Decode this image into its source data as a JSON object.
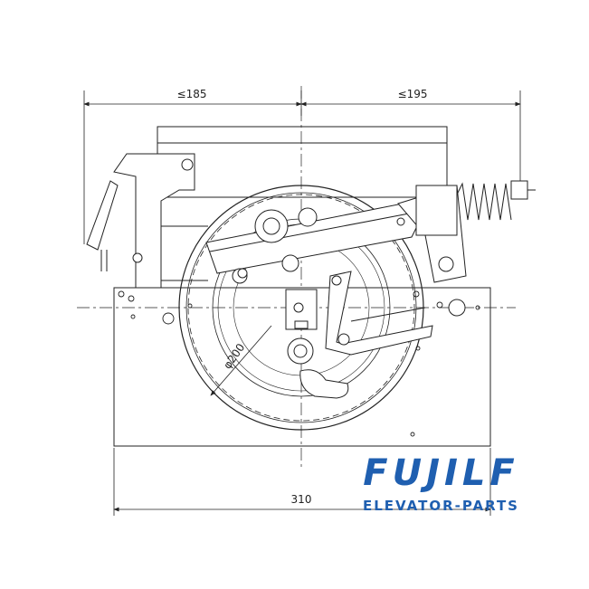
{
  "drawing": {
    "dim_left": "≤185",
    "dim_right": "≤195",
    "dim_bottom": "310",
    "dim_diameter": "φ200"
  },
  "brand": {
    "name": "FUJILF",
    "tagline": "ELEVATOR-PARTS",
    "color": "#1f5fb0"
  }
}
